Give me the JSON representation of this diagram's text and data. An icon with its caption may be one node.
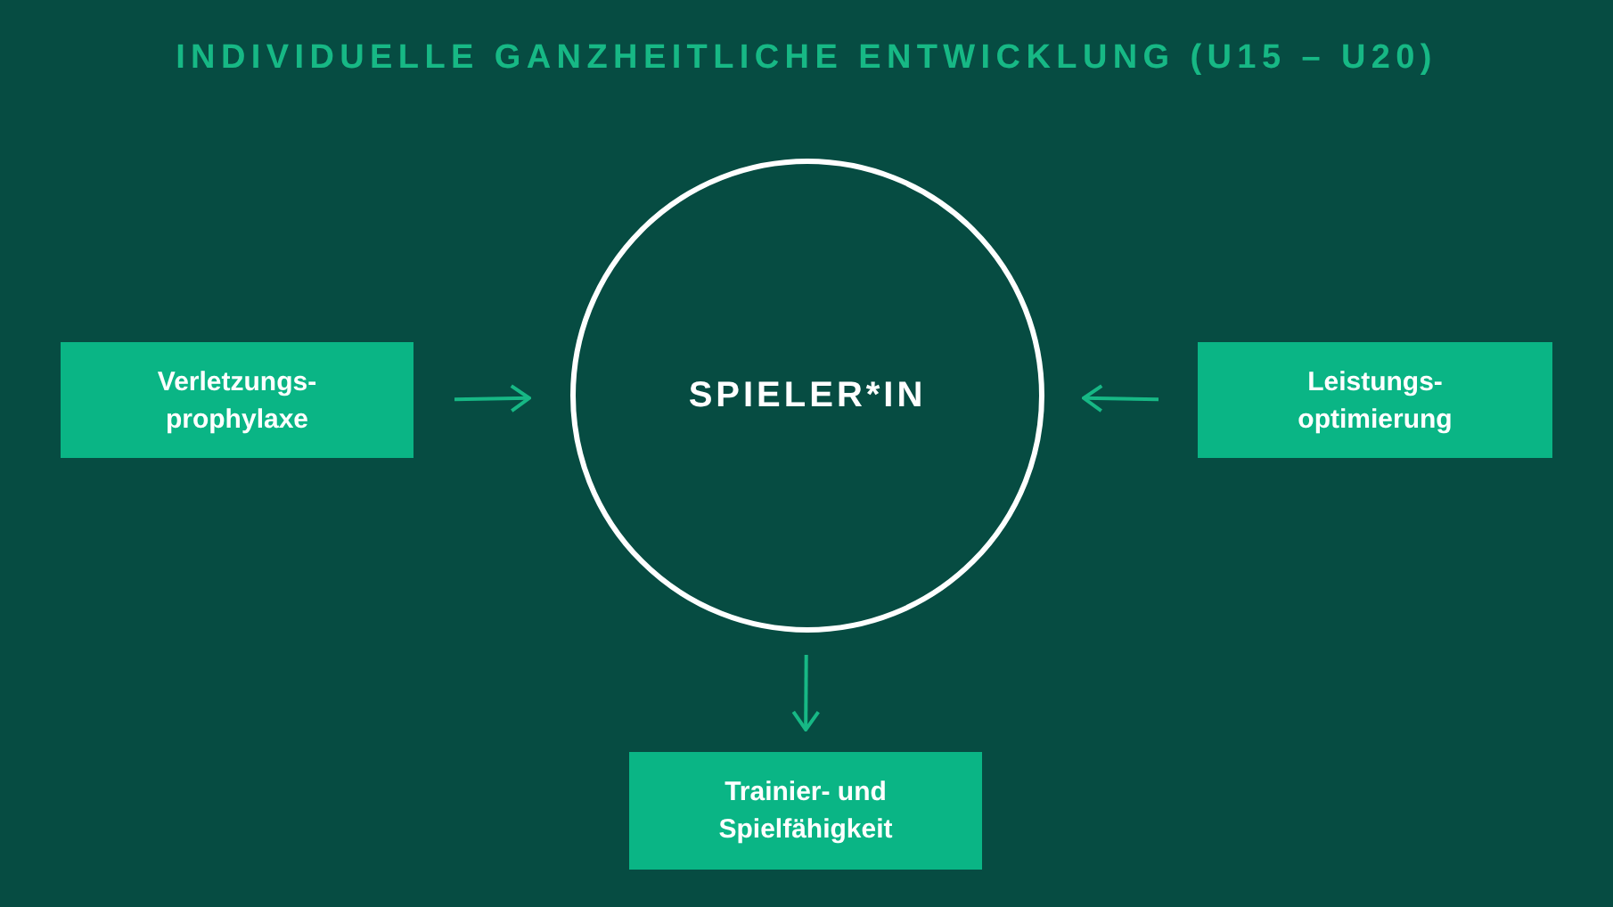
{
  "diagram": {
    "title": "INDIVIDUELLE GANZHEITLICHE ENTWICKLUNG (U15 – U20)",
    "nodes": [
      {
        "text": [
          "Verletzungs- prophylaxe"
        ]
      },
      {
        "text": [
          "SPIELER*IN"
        ]
      },
      {
        "text": [
          "Leistungs- optimierung"
        ]
      },
      {
        "text": [
          "Trainier- und Spielfähigkeit"
        ]
      }
    ],
    "edges": [
      {
        "from": 0,
        "to": 1,
        "arrow": "to"
      },
      {
        "from": 2,
        "to": 1,
        "arrow": "to"
      },
      {
        "from": 1,
        "to": 3,
        "arrow": "to"
      }
    ]
  }
}
